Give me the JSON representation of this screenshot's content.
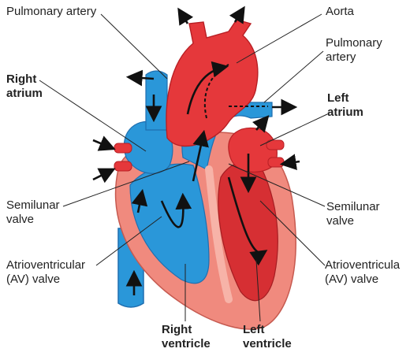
{
  "labels": {
    "pulmonary_artery_top": "Pulmonary artery",
    "aorta": "Aorta",
    "pulmonary_artery_right_1": "Pulmonary",
    "pulmonary_artery_right_2": "artery",
    "right_atrium_1": "Right",
    "right_atrium_2": "atrium",
    "left_atrium_1": "Left",
    "left_atrium_2": "atrium",
    "semilunar_left_1": "Semilunar",
    "semilunar_left_2": "valve",
    "semilunar_right_1": "Semilunar",
    "semilunar_right_2": "valve",
    "av_left_1": "Atrioventricular",
    "av_left_2": "(AV) valve",
    "av_right_1": "Atrioventricula",
    "av_right_2": "(AV) valve",
    "right_ventricle_1": "Right",
    "right_ventricle_2": "ventricle",
    "left_ventricle_1": "Left",
    "left_ventricle_2": "ventricle"
  },
  "colors": {
    "deoxygenated_blue": "#2a97d9",
    "deoxygenated_dark": "#1f6fb0",
    "oxygenated_red": "#e5383b",
    "oxygenated_dark": "#b81f24",
    "muscle_pink": "#f08a7e",
    "leader_line": "#222222",
    "flow_arrow": "#111111"
  }
}
